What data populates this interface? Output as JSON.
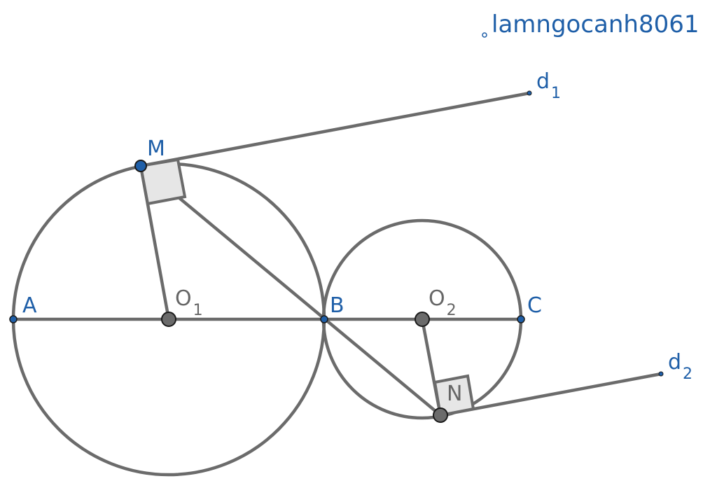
{
  "watermark": "lamngocanh8061",
  "labels": {
    "A": "A",
    "B": "B",
    "C": "C",
    "M": "M",
    "N": "N",
    "O1_main": "O",
    "O1_sub": "1",
    "O2_main": "O",
    "O2_sub": "2",
    "d1_main": "d",
    "d1_sub": "1",
    "d2_main": "d",
    "d2_sub": "2"
  },
  "colors": {
    "stroke": "#6b6b6b",
    "label_blue": "#1f5fa8",
    "point_blue": "#1f5fa8",
    "point_gray": "#6b6b6b",
    "right_angle_fill": "#e6e6e6"
  }
}
